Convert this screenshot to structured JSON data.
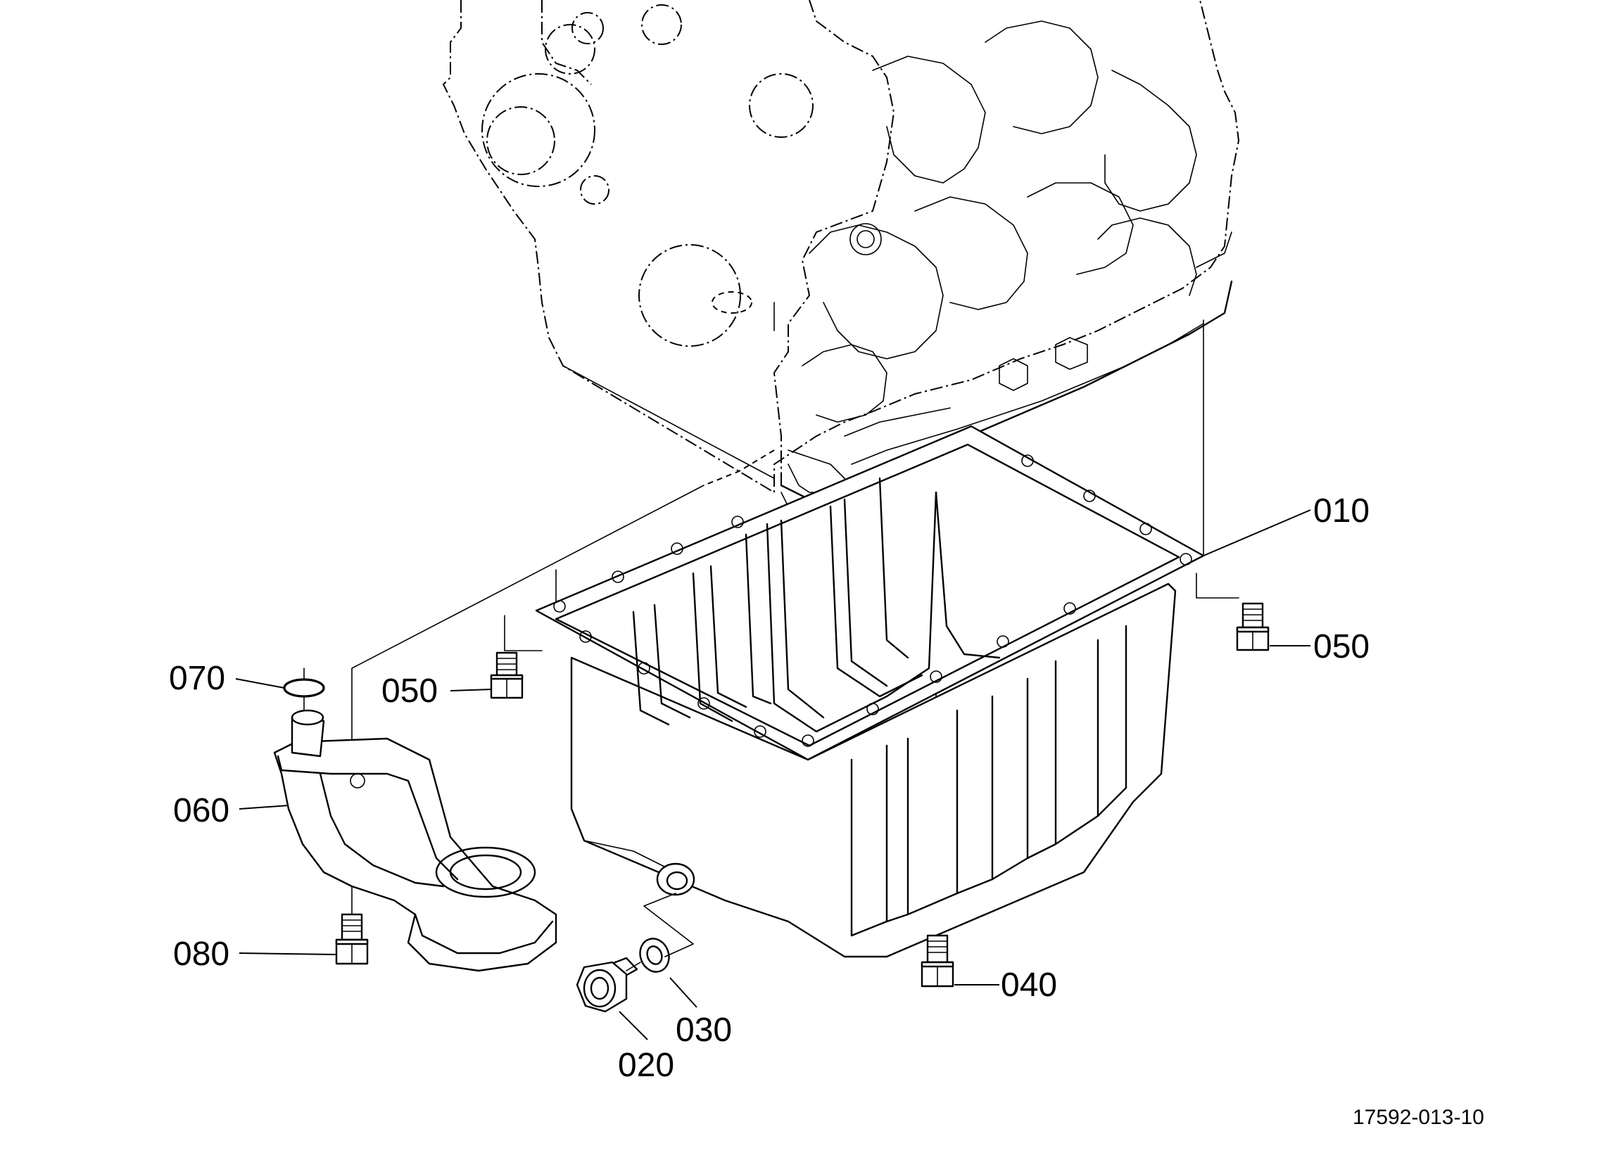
{
  "diagram": {
    "callouts": {
      "c010": "010",
      "c020": "020",
      "c030": "030",
      "c040": "040",
      "c050_right": "050",
      "c050_left": "050",
      "c060": "060",
      "c070": "070",
      "c080": "080"
    },
    "document_code": "17592-013-10"
  }
}
